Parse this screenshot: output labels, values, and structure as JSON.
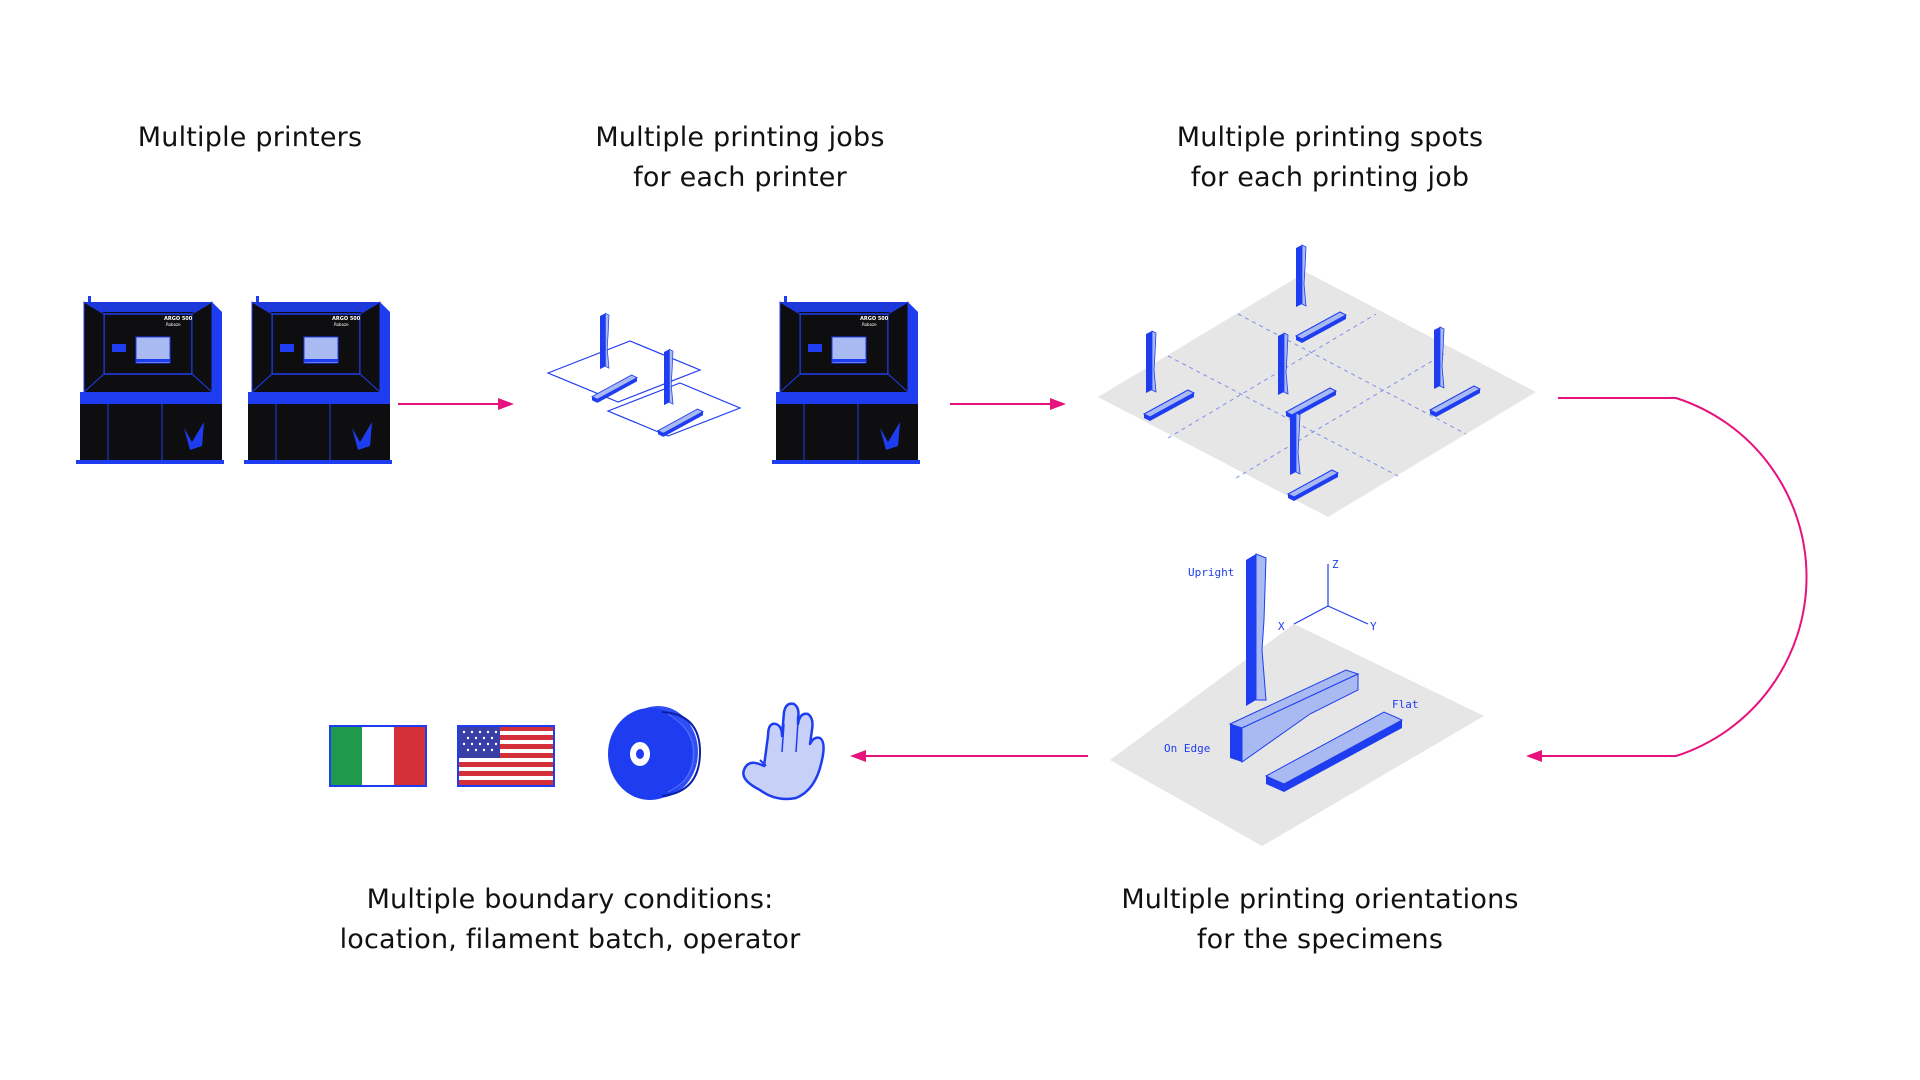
{
  "captions": {
    "printers": {
      "line1": "Multiple printers"
    },
    "jobs": {
      "line1": "Multiple printing jobs",
      "line2": "for each printer"
    },
    "spots": {
      "line1": "Multiple printing spots",
      "line2": "for each printing job"
    },
    "orientations": {
      "line1": "Multiple printing orientations",
      "line2": "for the specimens"
    },
    "boundary": {
      "line1": "Multiple boundary conditions:",
      "line2": "location, filament batch, operator"
    }
  },
  "orientation_labels": {
    "upright": "Upright",
    "on_edge": "On Edge",
    "flat": "Flat"
  },
  "axes": {
    "x": "X",
    "y": "Y",
    "z": "Z"
  },
  "printer": {
    "brand": "ARGO 500",
    "model": "Roboze"
  },
  "colors": {
    "accent": "#1f3df0",
    "arrow": "#e6127e",
    "specimen_fill": "#a9b9f2",
    "plate": "#e6e6e6",
    "printer_body": "#0e0e10"
  },
  "icons": [
    "printer-icon",
    "print-job-plates-icon",
    "build-plate-icon",
    "flag-italy-icon",
    "flag-usa-icon",
    "filament-spool-icon",
    "hand-icon"
  ]
}
